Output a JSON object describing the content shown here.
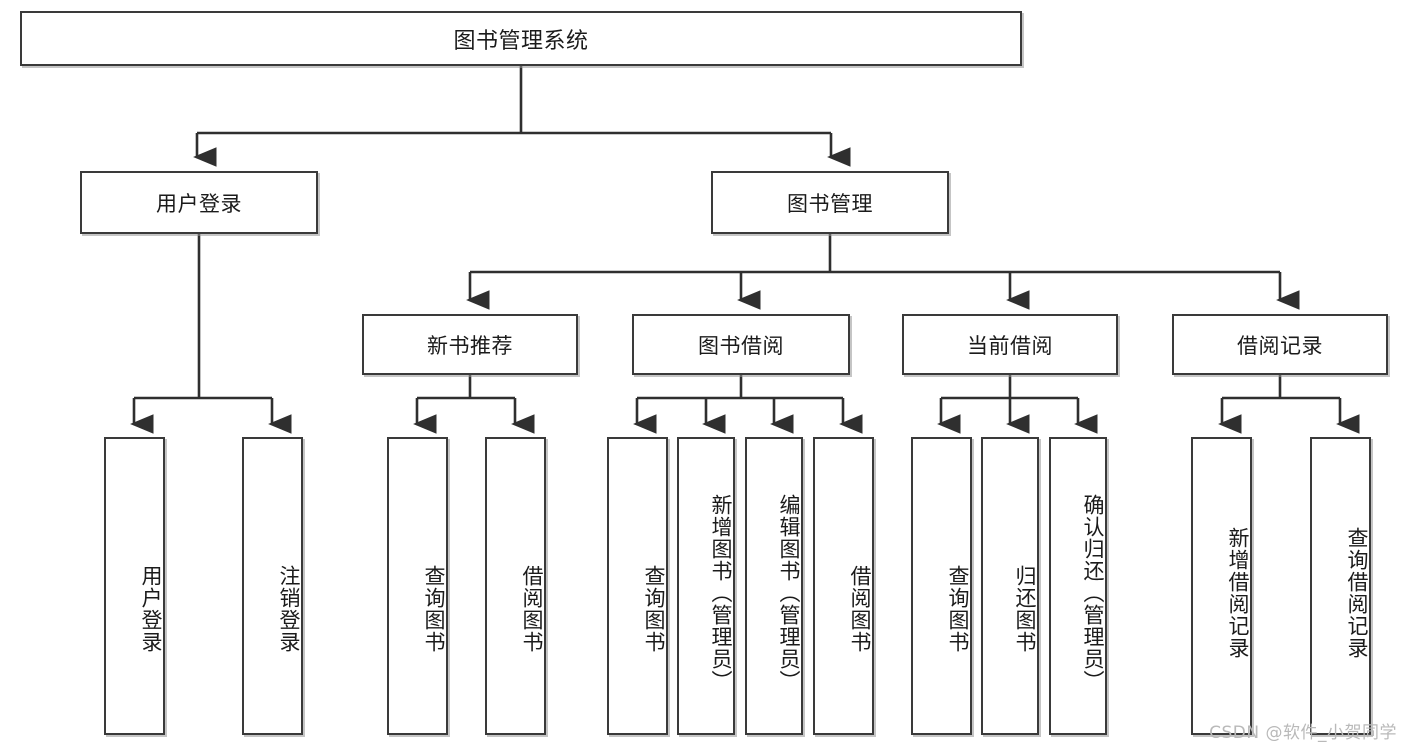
{
  "diagram": {
    "title": "图书管理系统",
    "type": "tree",
    "root": {
      "label": "图书管理系统"
    },
    "level2": [
      {
        "id": "user-login",
        "label": "用户登录"
      },
      {
        "id": "book-management",
        "label": "图书管理"
      }
    ],
    "level3": [
      {
        "id": "new-book-recommend",
        "label": "新书推荐",
        "parent": "book-management"
      },
      {
        "id": "book-borrow",
        "label": "图书借阅",
        "parent": "book-management"
      },
      {
        "id": "current-borrow",
        "label": "当前借阅",
        "parent": "book-management"
      },
      {
        "id": "borrow-record",
        "label": "借阅记录",
        "parent": "book-management"
      }
    ],
    "leaves": [
      {
        "id": "leaf-user-login",
        "label": "用户登录",
        "parent": "user-login"
      },
      {
        "id": "leaf-logout",
        "label": "注销登录",
        "parent": "user-login"
      },
      {
        "id": "leaf-query-book-1",
        "label": "查询图书",
        "parent": "new-book-recommend"
      },
      {
        "id": "leaf-borrow-book-1",
        "label": "借阅图书",
        "parent": "new-book-recommend"
      },
      {
        "id": "leaf-query-book-2",
        "label": "查询图书",
        "parent": "book-borrow"
      },
      {
        "id": "leaf-add-book",
        "label": "新增图书（管理员）",
        "parent": "book-borrow"
      },
      {
        "id": "leaf-edit-book",
        "label": "编辑图书（管理员）",
        "parent": "book-borrow"
      },
      {
        "id": "leaf-borrow-book-2",
        "label": "借阅图书",
        "parent": "book-borrow"
      },
      {
        "id": "leaf-query-book-3",
        "label": "查询图书",
        "parent": "current-borrow"
      },
      {
        "id": "leaf-return-book",
        "label": "归还图书",
        "parent": "current-borrow"
      },
      {
        "id": "leaf-confirm-return",
        "label": "确认归还（管理员）",
        "parent": "current-borrow"
      },
      {
        "id": "leaf-add-record",
        "label": "新增借阅记录",
        "parent": "borrow-record"
      },
      {
        "id": "leaf-query-record",
        "label": "查询借阅记录",
        "parent": "borrow-record"
      }
    ]
  },
  "watermark": {
    "text": "CSDN @软件_小贺同学"
  },
  "colors": {
    "border": "#3a3a3a",
    "background": "#ffffff",
    "text": "#1b1b1b",
    "watermark": "#b9b9b9"
  }
}
